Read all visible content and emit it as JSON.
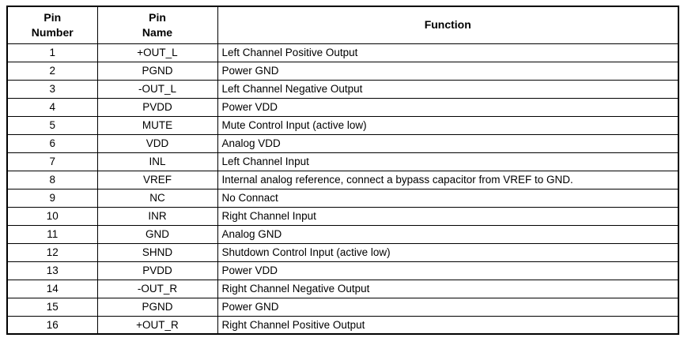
{
  "table": {
    "headers": [
      "Pin\nNumber",
      "Pin\nName",
      "Function"
    ],
    "rows": [
      {
        "number": "1",
        "name": "+OUT_L",
        "function": "Left Channel Positive Output"
      },
      {
        "number": "2",
        "name": "PGND",
        "function": "Power GND"
      },
      {
        "number": "3",
        "name": "-OUT_L",
        "function": "Left Channel Negative Output"
      },
      {
        "number": "4",
        "name": "PVDD",
        "function": "Power VDD"
      },
      {
        "number": "5",
        "name": "MUTE",
        "function": "Mute Control Input (active low)"
      },
      {
        "number": "6",
        "name": "VDD",
        "function": "Analog VDD"
      },
      {
        "number": "7",
        "name": "INL",
        "function": "Left Channel Input"
      },
      {
        "number": "8",
        "name": "VREF",
        "function": "Internal analog reference, connect a bypass capacitor from VREF to GND."
      },
      {
        "number": "9",
        "name": "NC",
        "function": "No Connact"
      },
      {
        "number": "10",
        "name": "INR",
        "function": "Right Channel Input"
      },
      {
        "number": "11",
        "name": "GND",
        "function": "Analog GND"
      },
      {
        "number": "12",
        "name": "SHND",
        "function": "Shutdown Control Input (active low)"
      },
      {
        "number": "13",
        "name": "PVDD",
        "function": "Power VDD"
      },
      {
        "number": "14",
        "name": "-OUT_R",
        "function": "Right Channel Negative Output"
      },
      {
        "number": "15",
        "name": "PGND",
        "function": "Power GND"
      },
      {
        "number": "16",
        "name": "+OUT_R",
        "function": "Right Channel Positive Output"
      }
    ]
  }
}
